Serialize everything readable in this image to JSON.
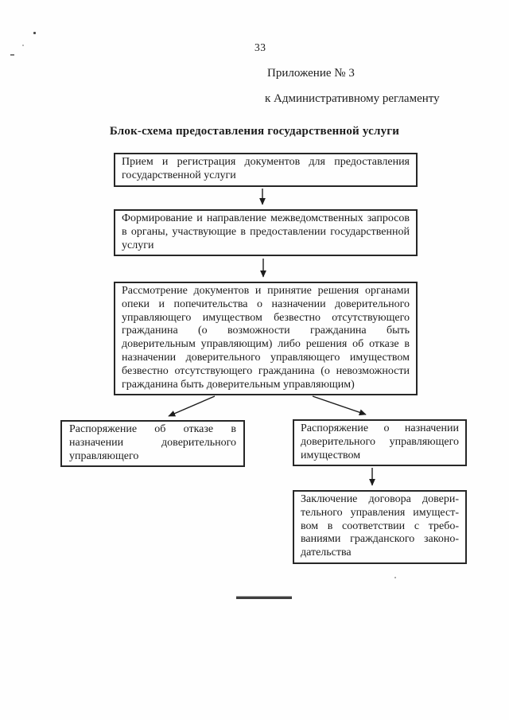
{
  "page": {
    "page_number": "33",
    "appendix_line_1": "Приложение № 3",
    "appendix_line_2": "к Административному регламенту",
    "title": "Блок-схема предоставления государственной услуги"
  },
  "flowchart": {
    "boxes": [
      {
        "id": "reception",
        "text": "Прием и регистрация документов для предоставления государственной услуги"
      },
      {
        "id": "interagency-requests",
        "text": "Формирование и направление межведомственных запросов в органы, участвующие в предоставлении государственной услуги"
      },
      {
        "id": "review-decision",
        "text": "Рассмотрение документов и принятие решения органами опеки и попечительства о назначении доверительного управляющего имуществом безвестно отсутствующего гражданина (о возможности гражданина быть доверительным управляющим) либо решения об отказе в назначении доверительного управляющего имуществом безвестно отсутствующего гражданина (о невозможности гражданина быть доверительным управляющим)"
      },
      {
        "id": "refusal-order",
        "text": "Распоряжение об отказе в назначении доверительного управляющего"
      },
      {
        "id": "appointment-order",
        "text": "Распоряжение о назначении доверительного управляющего имуществом"
      },
      {
        "id": "contract-conclusion",
        "text": "Заключение договора довери-тельного управления имущест-вом в соответствии с требо-ваниями гражданского законо-дательства"
      }
    ]
  },
  "colors": {
    "ink": "#1c1c1c",
    "paper": "#fefefe",
    "border": "#272727"
  }
}
